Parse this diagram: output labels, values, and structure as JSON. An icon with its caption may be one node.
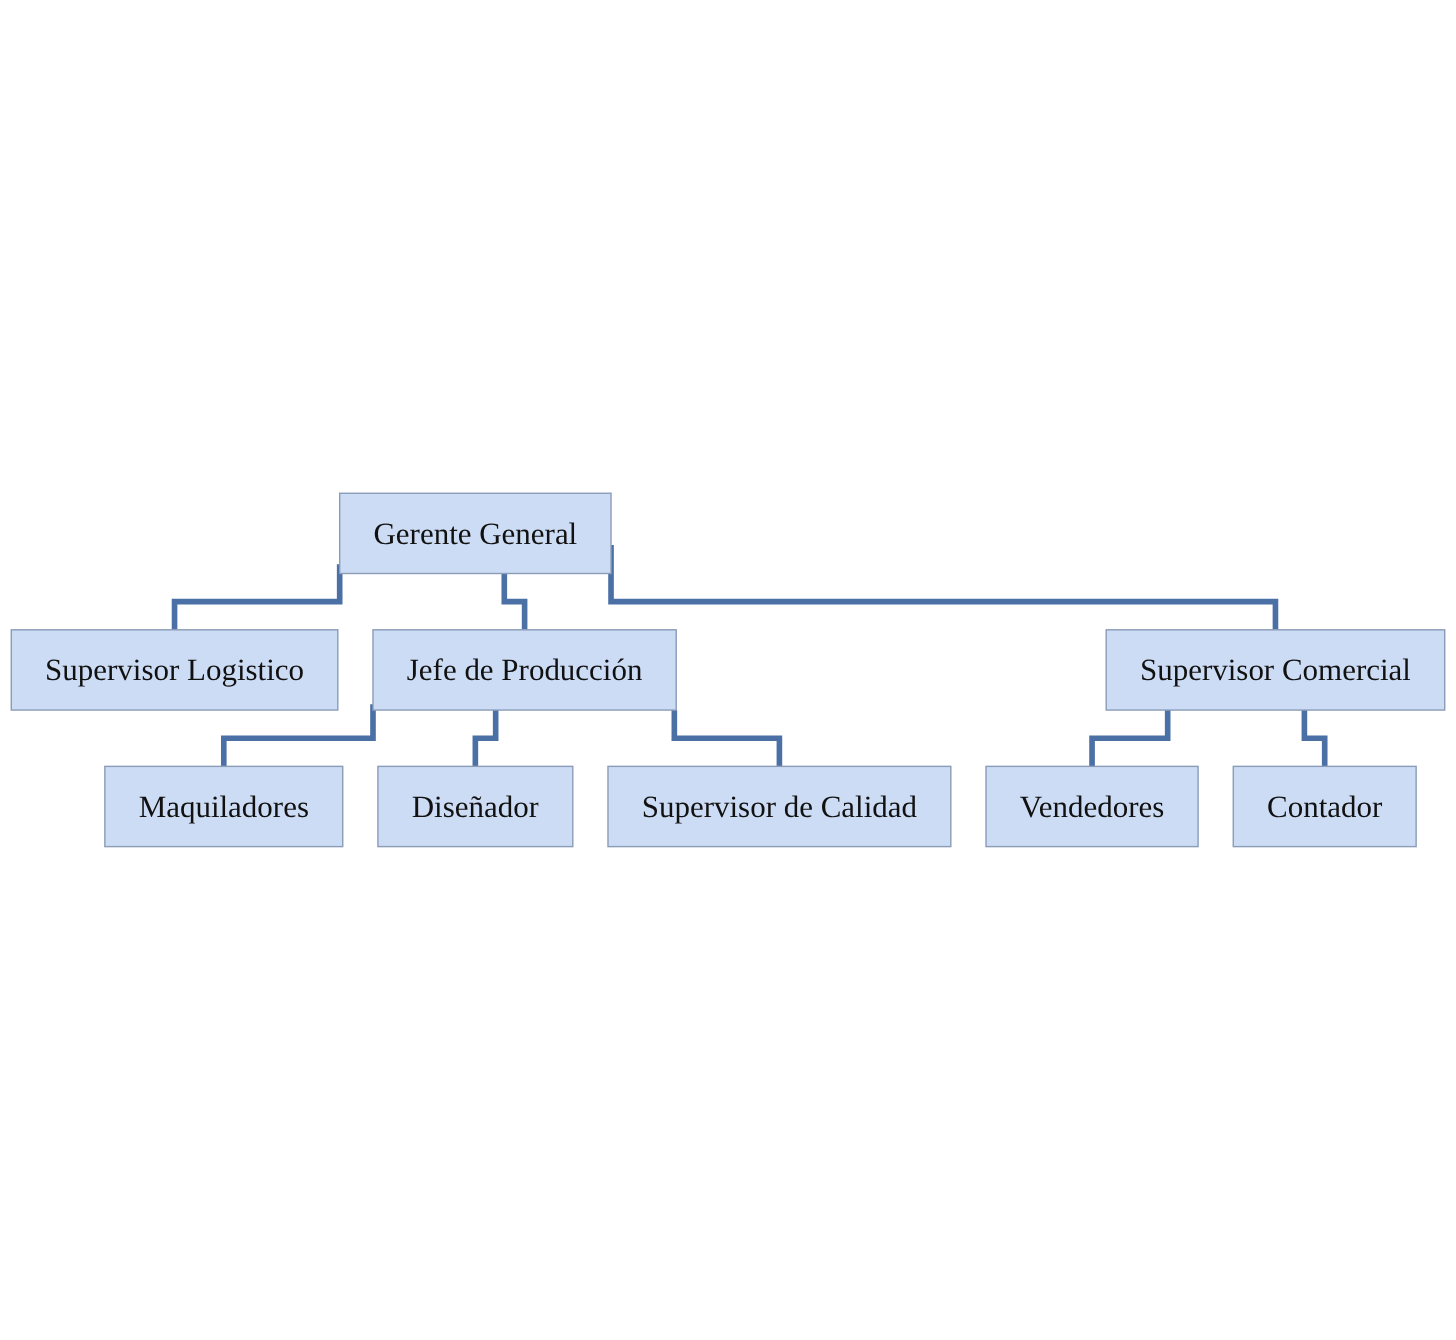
{
  "diagram": {
    "nodes": [
      {
        "text": [
          "Gerente General"
        ]
      },
      {
        "text": [
          "Supervisor Logistico"
        ]
      },
      {
        "text": [
          "Jefe de Producción"
        ]
      },
      {
        "text": [
          "Supervisor Comercial"
        ]
      },
      {
        "text": [
          "Maquiladores"
        ]
      },
      {
        "text": [
          "Diseñador"
        ]
      },
      {
        "text": [
          "Supervisor de Calidad"
        ]
      },
      {
        "text": [
          "Vendedores"
        ]
      },
      {
        "text": [
          "Contador"
        ]
      }
    ],
    "edges": [
      {
        "from": 0,
        "to": 1,
        "arrow": "none"
      },
      {
        "from": 0,
        "to": 2,
        "arrow": "none"
      },
      {
        "from": 0,
        "to": 3,
        "arrow": "none"
      },
      {
        "from": 2,
        "to": 4,
        "arrow": "none"
      },
      {
        "from": 2,
        "to": 5,
        "arrow": "none"
      },
      {
        "from": 2,
        "to": 6,
        "arrow": "none"
      },
      {
        "from": 3,
        "to": 7,
        "arrow": "none"
      },
      {
        "from": 3,
        "to": 8,
        "arrow": "none"
      }
    ]
  }
}
